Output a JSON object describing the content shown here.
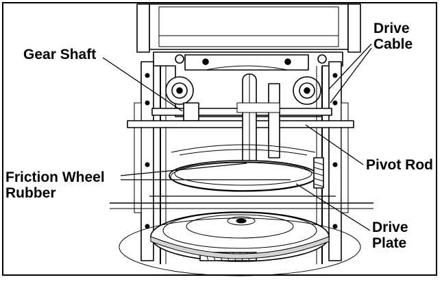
{
  "labels": {
    "gear_shaft": "Gear Shaft",
    "drive_cable": [
      "Drive",
      "Cable"
    ],
    "pivot_rod": "Pivot Rod",
    "friction_wheel_rubber": [
      "Friction Wheel",
      "Rubber"
    ],
    "drive_plate": [
      "Drive",
      "Plate"
    ]
  },
  "colors": {
    "ink": "#000000",
    "paper": "#ffffff",
    "shade": "#d4d4d4"
  }
}
